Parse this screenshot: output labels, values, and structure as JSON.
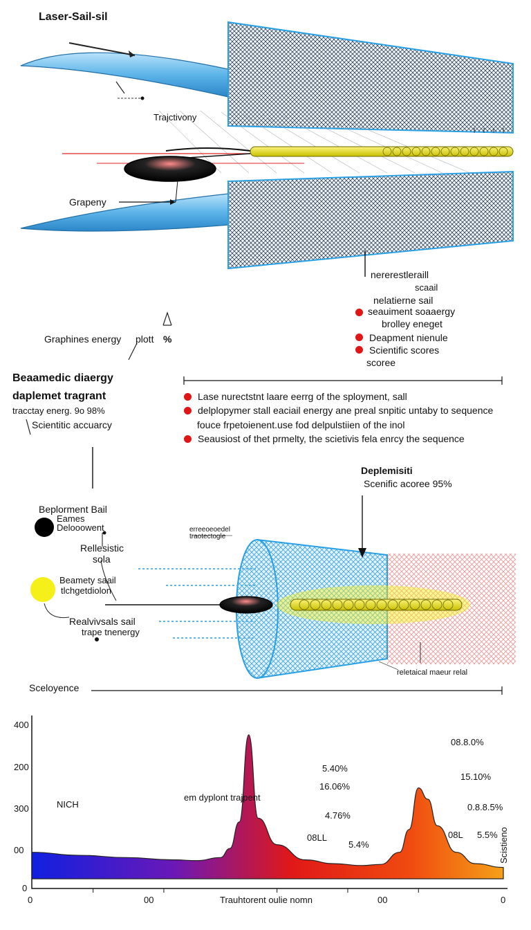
{
  "title": "Laser-Sail-sil",
  "labels": {
    "trajectory": "Trajctivony",
    "grapeny": "Grapeny",
    "graphines_energy": "Graphines energy",
    "plott": "plott",
    "pct": "%",
    "nere_title": "nererestleraill",
    "nere_sub1": "scaail",
    "nere_sub2": "nelatierne sail",
    "seq_label": "Sceloyence",
    "deplemisiti": "Deplemisiti",
    "scientific_acore": "Scenific acoree 95%",
    "cone_top_1": "erreeoeoedel",
    "cone_top_2": "traotectogle",
    "relational": "reletaical maeur relal"
  },
  "right_list": [
    {
      "text": "seauiment soaaergy",
      "sub": "brolley eneget",
      "bullet": true
    },
    {
      "text": "Deapment nienule",
      "bullet": true
    },
    {
      "text": "Scientific scores",
      "sub": "scoree",
      "bullet": true
    }
  ],
  "left_block": {
    "heading1": "Beaamedic diaergy",
    "heading2": "daplemet tragrant",
    "line1": "tracctay energ. 9o 98%",
    "line2": "Scientitic accuarcy"
  },
  "bullets": [
    {
      "text": "Lase nurectstnt laare eerrg of the sployment, sall"
    },
    {
      "text": "delplopymer stall eaciail energy ane preal snpitic untaby to sequence",
      "cont": "fouce frpetoienent.use fod delpulstiien of the inol"
    },
    {
      "text": "Seausiost of thet prmelty, the scietivis fela enrcy the sequence"
    }
  ],
  "left_lower": {
    "deploy1": "Beplorment Bail",
    "deploy2": "Eames",
    "deploy3": "Delooowent",
    "relistic1": "Rellesistic",
    "relistic2": "sola",
    "beam1": "Beamety saail",
    "beam2": "tlchgetdiolon",
    "real1": "Realvivsals sail",
    "real2": "trape tnenergy"
  },
  "colors": {
    "sail_blue": "#5cb4e8",
    "mesh_dark": "#1d2b3a",
    "beam_red": "#e02020",
    "bead_yellow": "#f2ec1a",
    "bullet_red": "#e01515",
    "black_dot": "#000000",
    "yellow_dot": "#f5ef1a"
  },
  "chart_data": {
    "type": "area",
    "xlabel": "Trauhtorent oulie nomn",
    "ylabel": "Scistieno",
    "y_ticks": [
      "400",
      "200",
      "300",
      "00",
      "0"
    ],
    "x_ticks": [
      "0",
      "00",
      "00",
      "0"
    ],
    "x": [
      0,
      0.1,
      0.2,
      0.3,
      0.35,
      0.4,
      0.42,
      0.44,
      0.46,
      0.48,
      0.52,
      0.58,
      0.64,
      0.7,
      0.74,
      0.78,
      0.8,
      0.82,
      0.84,
      0.86,
      0.9,
      0.94,
      1.0
    ],
    "y": [
      70,
      62,
      56,
      50,
      48,
      56,
      80,
      150,
      380,
      160,
      90,
      50,
      40,
      35,
      38,
      70,
      130,
      240,
      210,
      140,
      70,
      40,
      30
    ],
    "ylim": [
      0,
      420
    ],
    "annotations": [
      {
        "text": "5.40%"
      },
      {
        "text": "16.06%"
      },
      {
        "text": "4.76%"
      },
      {
        "text": "08LL"
      },
      {
        "text": "5.4%"
      },
      {
        "text": "08.8.0%"
      },
      {
        "text": "15.10%"
      },
      {
        "text": "0.8.8.5%"
      },
      {
        "text": "08L"
      },
      {
        "text": "5.5%"
      },
      {
        "text": "NICH"
      },
      {
        "text": "em dyplont trajpent"
      }
    ]
  }
}
